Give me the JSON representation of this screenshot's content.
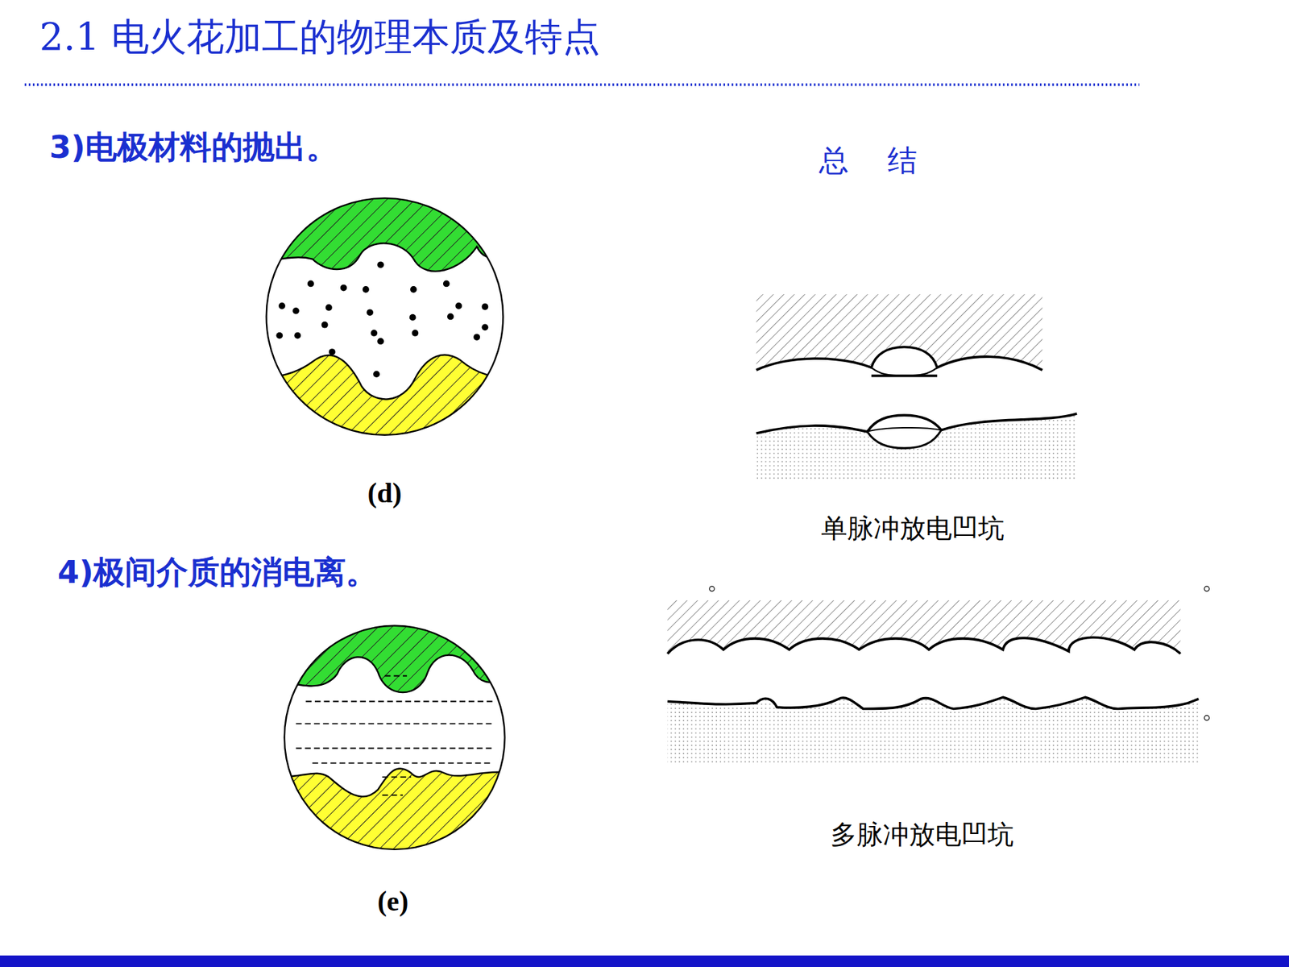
{
  "diagram": {
    "title": "2.1 电火花加工的物理本质及特点",
    "labels": [
      "3)电极材料的抛出。",
      "(d)",
      "4)极间介质的消电离。",
      "(e)",
      "总 结",
      "单脉冲放电凹坑",
      "多脉冲放电凹坑"
    ]
  }
}
